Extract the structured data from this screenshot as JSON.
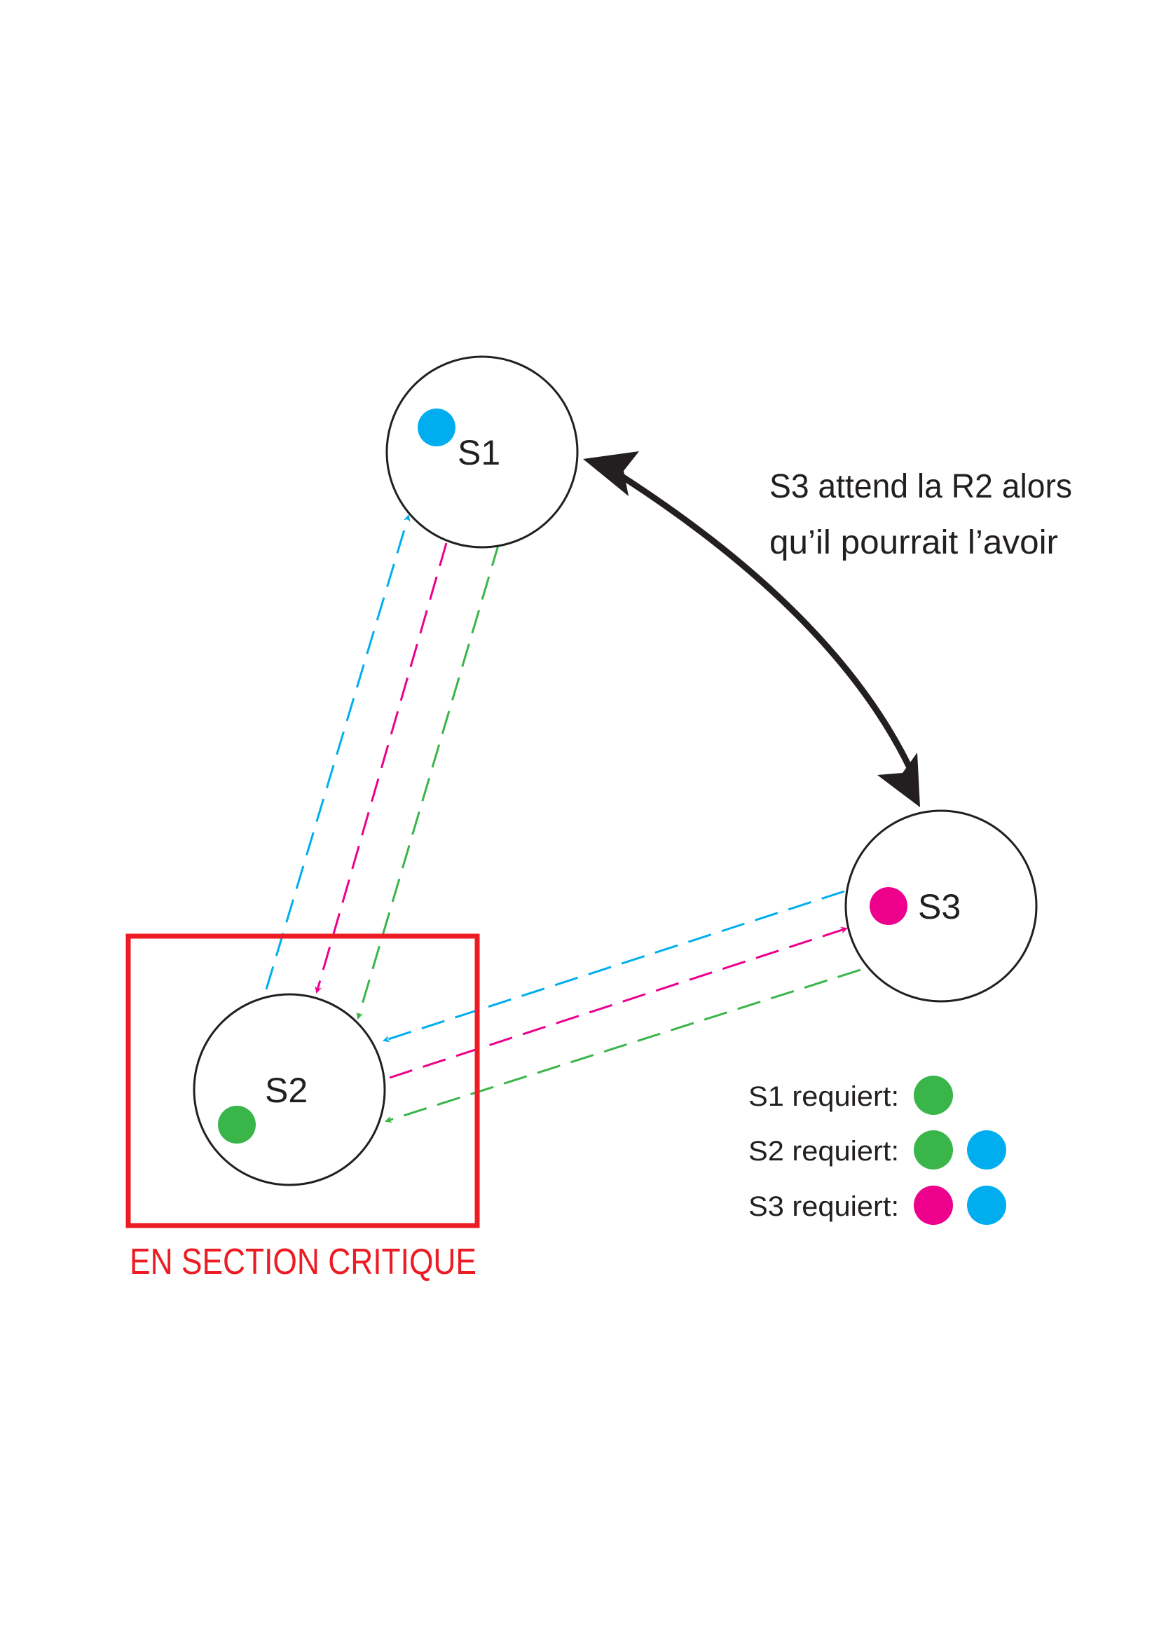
{
  "colors": {
    "green": "#39b54a",
    "cyan": "#00aeef",
    "magenta": "#ec008c",
    "red": "#ed1c24",
    "black": "#231f20"
  },
  "nodes": [
    {
      "id": "S1",
      "label": "S1",
      "holds": "cyan"
    },
    {
      "id": "S2",
      "label": "S2",
      "holds": "green"
    },
    {
      "id": "S3",
      "label": "S3",
      "holds": "magenta"
    }
  ],
  "annotation": {
    "line1": "S3 attend la R2 alors",
    "line2": "qu’il pourrait l’avoir"
  },
  "critical_section": {
    "label": "EN SECTION CRITIQUE"
  },
  "legend": [
    {
      "label": "S1 requiert:",
      "resources": [
        "green"
      ]
    },
    {
      "label": "S2 requiert:",
      "resources": [
        "green",
        "cyan"
      ]
    },
    {
      "label": "S3 requiert:",
      "resources": [
        "magenta",
        "cyan"
      ]
    }
  ],
  "messages": [
    {
      "from": "S2",
      "to": "S1",
      "color": "cyan"
    },
    {
      "from": "S1",
      "to": "S2",
      "color": "magenta"
    },
    {
      "from": "S1",
      "to": "S2",
      "color": "green"
    },
    {
      "from": "S3",
      "to": "S2",
      "color": "cyan"
    },
    {
      "from": "S2",
      "to": "S3",
      "color": "magenta"
    },
    {
      "from": "S3",
      "to": "S2",
      "color": "green"
    }
  ]
}
